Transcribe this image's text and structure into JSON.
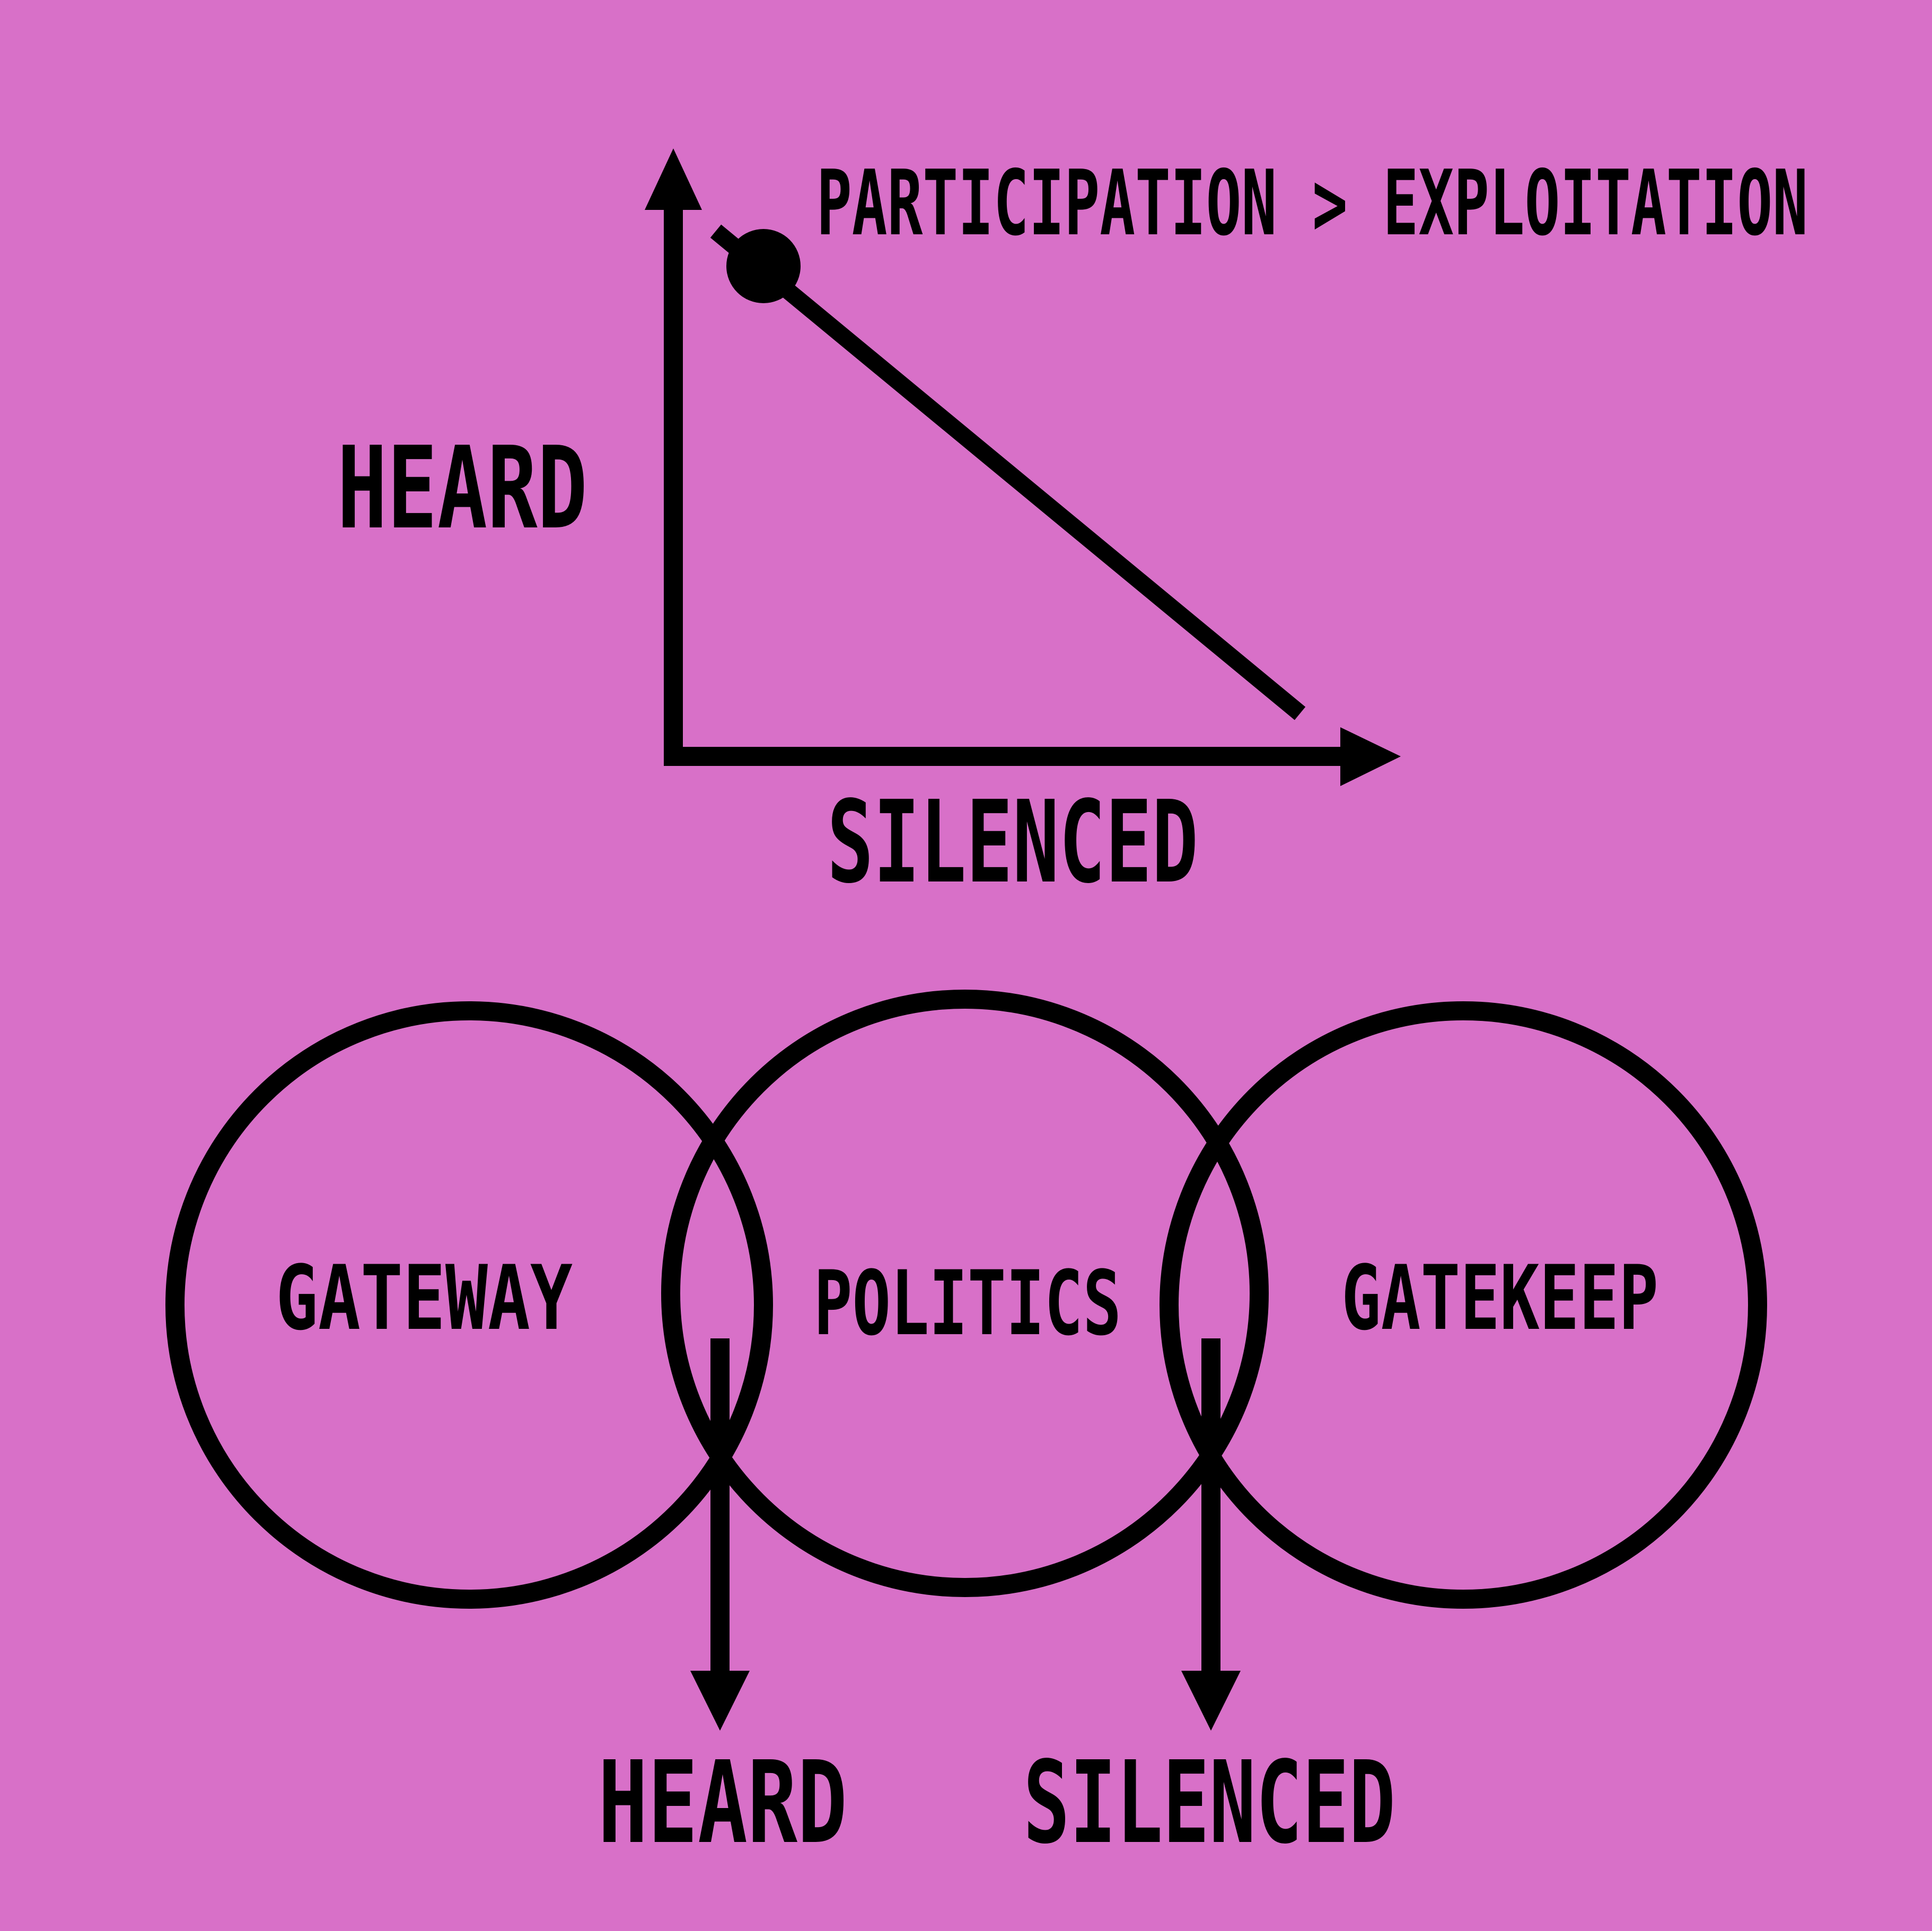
{
  "colors": {
    "background": "#d870c8",
    "ink": "#000000"
  },
  "graph": {
    "title": "PARTICIPATION > EXPLOITATION",
    "y_label": "HEARD",
    "x_label": "SILENCED"
  },
  "venn": {
    "circles": [
      {
        "label": "GATEWAY"
      },
      {
        "label": "POLITICS"
      },
      {
        "label": "GATEKEEP"
      }
    ],
    "outputs": [
      {
        "label": "HEARD"
      },
      {
        "label": "SILENCED"
      }
    ]
  }
}
